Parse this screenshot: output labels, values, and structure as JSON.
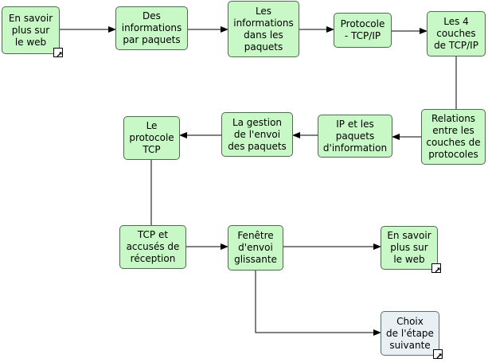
{
  "nodes": [
    {
      "id": "n1",
      "label": "En savoir\nplus sur\nle web",
      "style": "green",
      "link": true
    },
    {
      "id": "n2",
      "label": "Des\ninformations\npar paquets",
      "style": "green"
    },
    {
      "id": "n3",
      "label": "Les\ninformations\ndans les\npaquets",
      "style": "green"
    },
    {
      "id": "n4",
      "label": "Protocole\n- TCP/IP",
      "style": "green"
    },
    {
      "id": "n5",
      "label": "Les 4\ncouches\nde TCP/IP",
      "style": "green"
    },
    {
      "id": "n6",
      "label": "Relations\nentre les\ncouches de\nprotocoles",
      "style": "green"
    },
    {
      "id": "n7",
      "label": "IP et les\npaquets\nd'information",
      "style": "green"
    },
    {
      "id": "n8",
      "label": "La gestion\nde l'envoi\ndes paquets",
      "style": "green"
    },
    {
      "id": "n9",
      "label": "Le\nprotocole\nTCP",
      "style": "green"
    },
    {
      "id": "n10",
      "label": "TCP et\naccusés de\nréception",
      "style": "green"
    },
    {
      "id": "n11",
      "label": "Fenêtre\nd'envoi\nglissante",
      "style": "green"
    },
    {
      "id": "n12",
      "label": "En savoir\nplus sur\nle web",
      "style": "green",
      "link": true
    },
    {
      "id": "n13",
      "label": "Choix\nde l'étape\nsuivante",
      "style": "blue",
      "link": true
    }
  ],
  "edges": [
    {
      "from": "n1",
      "to": "n2",
      "arrow": true
    },
    {
      "from": "n2",
      "to": "n3",
      "arrow": true
    },
    {
      "from": "n3",
      "to": "n4",
      "arrow": true
    },
    {
      "from": "n4",
      "to": "n5",
      "arrow": true
    },
    {
      "from": "n5",
      "to": "n6",
      "arrow": false
    },
    {
      "from": "n6",
      "to": "n7",
      "arrow": true
    },
    {
      "from": "n7",
      "to": "n8",
      "arrow": true
    },
    {
      "from": "n8",
      "to": "n9",
      "arrow": true
    },
    {
      "from": "n9",
      "to": "n10",
      "arrow": false
    },
    {
      "from": "n10",
      "to": "n11",
      "arrow": true
    },
    {
      "from": "n11",
      "to": "n12",
      "arrow": true
    },
    {
      "from": "n11",
      "to": "n13",
      "arrow": true
    }
  ],
  "colors": {
    "node_fill": "#c7f8c5",
    "node_border": "#4f6b4f",
    "alt_fill": "#e8f0f4",
    "edge": "#000000"
  },
  "icons": {
    "link": "external-link-icon"
  }
}
